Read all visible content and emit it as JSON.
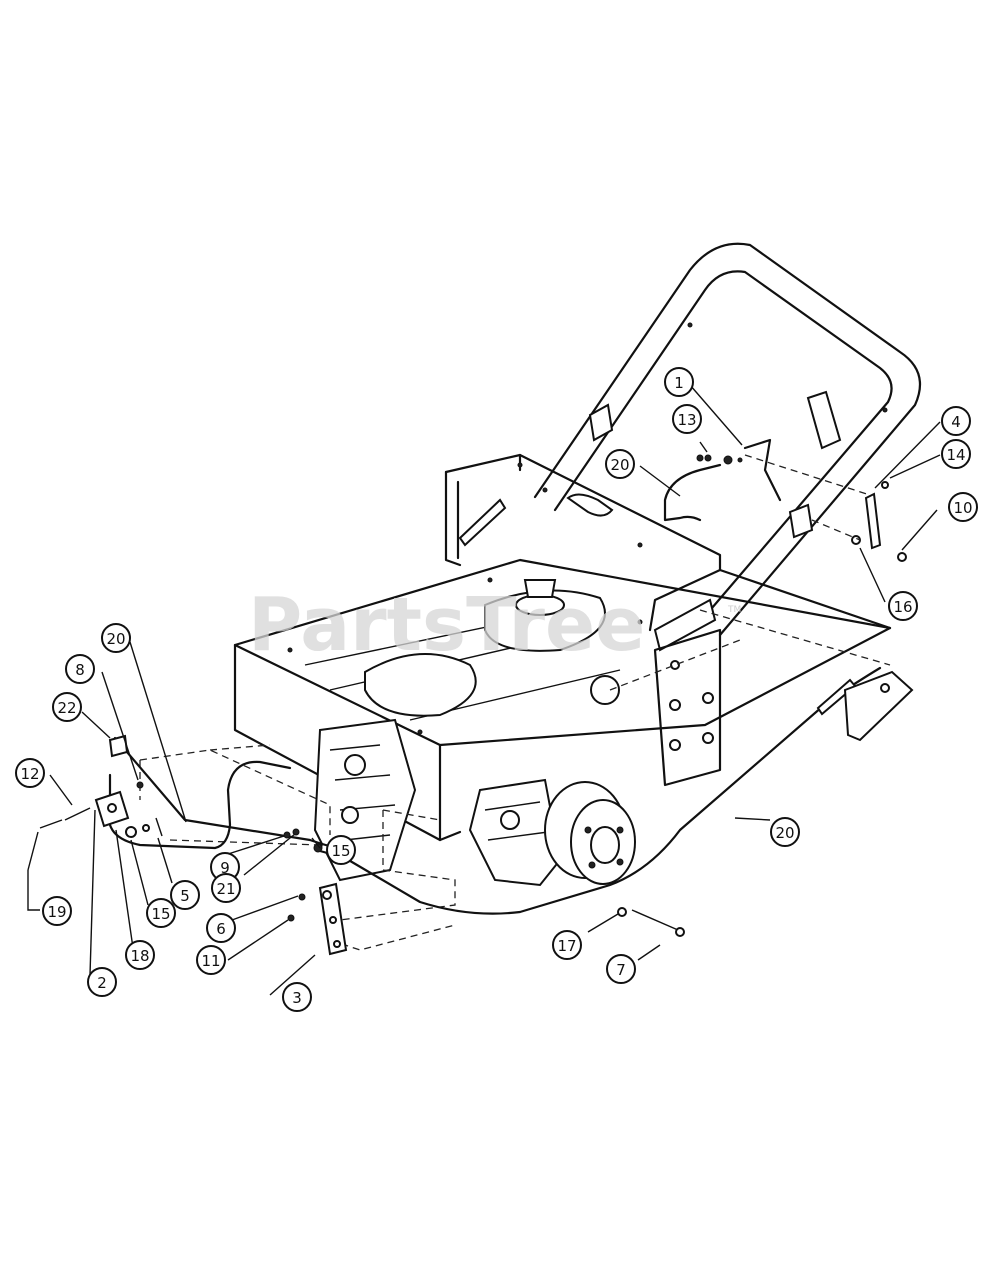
{
  "watermark": "PartsTree",
  "trademark": "TM",
  "callouts": [
    {
      "id": "c1",
      "label": "1"
    },
    {
      "id": "c13",
      "label": "13"
    },
    {
      "id": "c4",
      "label": "4"
    },
    {
      "id": "c14",
      "label": "14"
    },
    {
      "id": "c20a",
      "label": "20"
    },
    {
      "id": "c10",
      "label": "10"
    },
    {
      "id": "c16",
      "label": "16"
    },
    {
      "id": "c20b",
      "label": "20"
    },
    {
      "id": "c8",
      "label": "8"
    },
    {
      "id": "c22",
      "label": "22"
    },
    {
      "id": "c12",
      "label": "12"
    },
    {
      "id": "c20c",
      "label": "20"
    },
    {
      "id": "c15a",
      "label": "15"
    },
    {
      "id": "c9",
      "label": "9"
    },
    {
      "id": "c21",
      "label": "21"
    },
    {
      "id": "c5",
      "label": "5"
    },
    {
      "id": "c15b",
      "label": "15"
    },
    {
      "id": "c6",
      "label": "6"
    },
    {
      "id": "c19",
      "label": "19"
    },
    {
      "id": "c11",
      "label": "11"
    },
    {
      "id": "c18",
      "label": "18"
    },
    {
      "id": "c2",
      "label": "2"
    },
    {
      "id": "c3",
      "label": "3"
    },
    {
      "id": "c17",
      "label": "17"
    },
    {
      "id": "c7",
      "label": "7"
    }
  ]
}
